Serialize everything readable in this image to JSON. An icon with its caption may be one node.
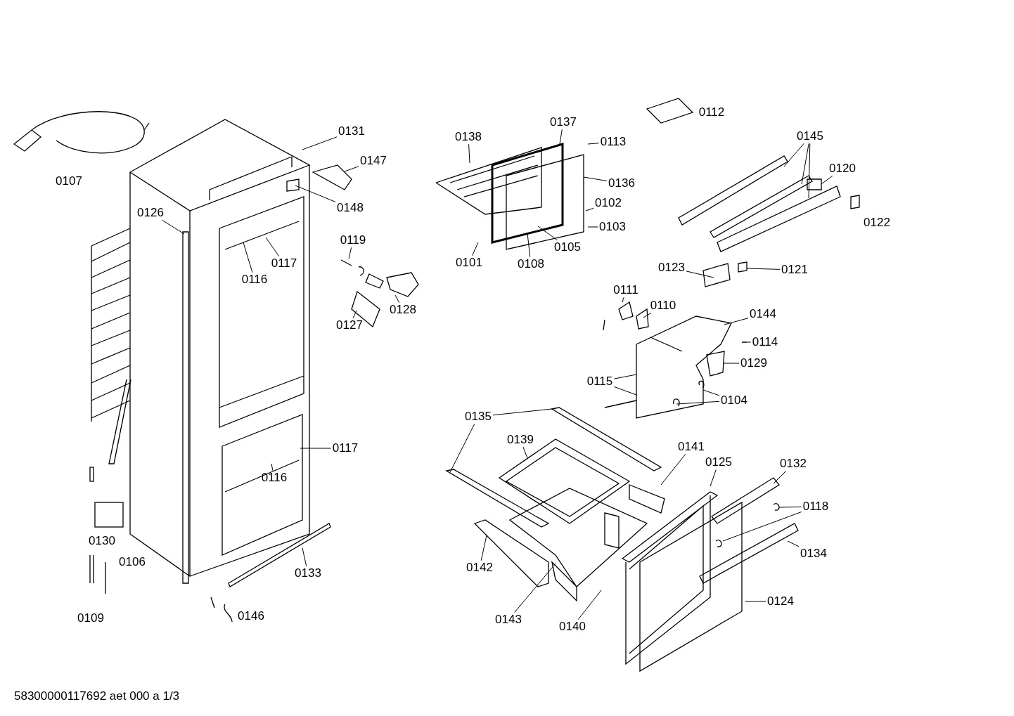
{
  "diagram": {
    "nodes": [
      {
        "text": [
          "0131"
        ]
      },
      {
        "text": [
          "0147"
        ]
      },
      {
        "text": [
          "0126"
        ]
      },
      {
        "text": [
          "0148"
        ]
      },
      {
        "text": [
          "0119"
        ]
      },
      {
        "text": [
          "0117"
        ]
      },
      {
        "text": [
          "0116"
        ]
      },
      {
        "text": [
          "0128"
        ]
      },
      {
        "text": [
          "0127"
        ]
      },
      {
        "text": [
          "0117"
        ]
      },
      {
        "text": [
          "0116"
        ]
      },
      {
        "text": [
          "0133"
        ]
      },
      {
        "text": [
          "0138"
        ]
      },
      {
        "text": [
          "0137"
        ]
      },
      {
        "text": [
          "0113"
        ]
      },
      {
        "text": [
          "0136"
        ]
      },
      {
        "text": [
          "0102"
        ]
      },
      {
        "text": [
          "0103"
        ]
      },
      {
        "text": [
          "0101"
        ]
      },
      {
        "text": [
          "0108"
        ]
      },
      {
        "text": [
          "0105"
        ]
      },
      {
        "text": [
          "0145"
        ]
      },
      {
        "text": [
          "0120"
        ]
      },
      {
        "text": [
          "0123"
        ]
      },
      {
        "text": [
          "0121"
        ]
      },
      {
        "text": [
          "0111"
        ]
      },
      {
        "text": [
          "0110"
        ]
      },
      {
        "text": [
          "0144"
        ]
      },
      {
        "text": [
          "0114"
        ]
      },
      {
        "text": [
          "0129"
        ]
      },
      {
        "text": [
          "0115"
        ]
      },
      {
        "text": [
          "0104"
        ]
      },
      {
        "text": [
          "0135"
        ]
      },
      {
        "text": [
          "0139"
        ]
      },
      {
        "text": [
          "0141"
        ]
      },
      {
        "text": [
          "0125"
        ]
      },
      {
        "text": [
          "0132"
        ]
      },
      {
        "text": [
          "0118"
        ]
      },
      {
        "text": [
          "0134"
        ]
      },
      {
        "text": [
          "0142"
        ]
      },
      {
        "text": [
          "0143"
        ]
      },
      {
        "text": [
          "0140"
        ]
      },
      {
        "text": [
          "0124"
        ]
      }
    ],
    "edges": [
      {
        "from": 0,
        "to": null,
        "arrow": "none"
      },
      {
        "from": 1,
        "to": null,
        "arrow": "none"
      },
      {
        "from": 2,
        "to": null,
        "arrow": "none"
      },
      {
        "from": 3,
        "to": null,
        "arrow": "none"
      },
      {
        "from": 4,
        "to": null,
        "arrow": "none"
      },
      {
        "from": 5,
        "to": null,
        "arrow": "none"
      },
      {
        "from": 6,
        "to": null,
        "arrow": "none"
      },
      {
        "from": 7,
        "to": null,
        "arrow": "none"
      },
      {
        "from": 8,
        "to": null,
        "arrow": "none"
      },
      {
        "from": 9,
        "to": null,
        "arrow": "none"
      },
      {
        "from": 10,
        "to": null,
        "arrow": "none"
      },
      {
        "from": 11,
        "to": null,
        "arrow": "none"
      },
      {
        "from": 12,
        "to": null,
        "arrow": "none"
      },
      {
        "from": 13,
        "to": null,
        "arrow": "none"
      },
      {
        "from": 14,
        "to": null,
        "arrow": "none"
      },
      {
        "from": 15,
        "to": null,
        "arrow": "none"
      },
      {
        "from": 16,
        "to": null,
        "arrow": "none"
      },
      {
        "from": 17,
        "to": null,
        "arrow": "none"
      },
      {
        "from": 18,
        "to": null,
        "arrow": "none"
      },
      {
        "from": 19,
        "to": null,
        "arrow": "none"
      },
      {
        "from": 20,
        "to": null,
        "arrow": "none"
      },
      {
        "from": 21,
        "to": null,
        "arrow": "none"
      },
      {
        "from": 21,
        "to": null,
        "arrow": "none"
      },
      {
        "from": 21,
        "to": null,
        "arrow": "none"
      },
      {
        "from": 22,
        "to": null,
        "arrow": "none"
      },
      {
        "from": 23,
        "to": null,
        "arrow": "none"
      },
      {
        "from": 24,
        "to": null,
        "arrow": "none"
      },
      {
        "from": 25,
        "to": null,
        "arrow": "none"
      },
      {
        "from": 26,
        "to": null,
        "arrow": "none"
      },
      {
        "from": 27,
        "to": null,
        "arrow": "none"
      },
      {
        "from": 28,
        "to": null,
        "arrow": "none"
      },
      {
        "from": 29,
        "to": null,
        "arrow": "none"
      },
      {
        "from": 30,
        "to": null,
        "arrow": "none"
      },
      {
        "from": 30,
        "to": null,
        "arrow": "none"
      },
      {
        "from": 31,
        "to": null,
        "arrow": "none"
      },
      {
        "from": 31,
        "to": null,
        "arrow": "none"
      },
      {
        "from": 32,
        "to": null,
        "arrow": "none"
      },
      {
        "from": 32,
        "to": null,
        "arrow": "none"
      },
      {
        "from": 33,
        "to": null,
        "arrow": "none"
      },
      {
        "from": 34,
        "to": null,
        "arrow": "none"
      },
      {
        "from": 35,
        "to": null,
        "arrow": "none"
      },
      {
        "from": 36,
        "to": null,
        "arrow": "none"
      },
      {
        "from": 37,
        "to": null,
        "arrow": "none"
      },
      {
        "from": 37,
        "to": null,
        "arrow": "none"
      },
      {
        "from": 38,
        "to": null,
        "arrow": "none"
      },
      {
        "from": 39,
        "to": null,
        "arrow": "none"
      },
      {
        "from": 40,
        "to": null,
        "arrow": "none"
      },
      {
        "from": 41,
        "to": null,
        "arrow": "none"
      },
      {
        "from": 42,
        "to": null,
        "arrow": "none"
      }
    ],
    "labels": [
      "0107",
      "0112",
      "0122",
      "0130",
      "0106",
      "0109",
      "0146",
      "58300000117692 aet 000 a 1/3"
    ]
  }
}
